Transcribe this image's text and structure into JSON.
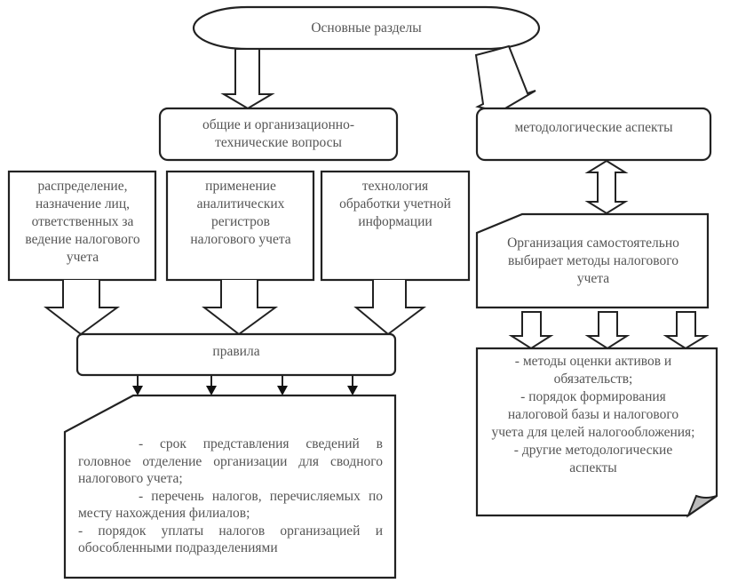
{
  "title": "Основные разделы",
  "branches": {
    "left": {
      "label": "общие и организационно-технические вопросы",
      "items": [
        "распределение, назначение лиц, ответственных за ведение налогового учета",
        "применение аналитических регистров налогового учета",
        "технология обработки учетной информации"
      ],
      "rules_label": "правила",
      "rules_list": [
        "- срок представления сведений в головное отделение организации для сводного налогового учета;",
        "- перечень налогов, перечисляемых по месту нахождения филиалов;",
        "-   порядок уплаты налогов организацией и обособленными подразделениями"
      ]
    },
    "right": {
      "label": "методологические аспекты",
      "choice": "Организация самостоятельно выбирает методы налогового учета",
      "methods_list": [
        "- методы оценки активов и обязательств;",
        "-  порядок формирования налоговой базы и налогового учета для целей налогообложения;",
        "-  другие  методологические аспекты"
      ]
    }
  },
  "colors": {
    "stroke": "#222222",
    "text": "#555555",
    "fold": "#bbbbbb",
    "background": "#ffffff"
  }
}
